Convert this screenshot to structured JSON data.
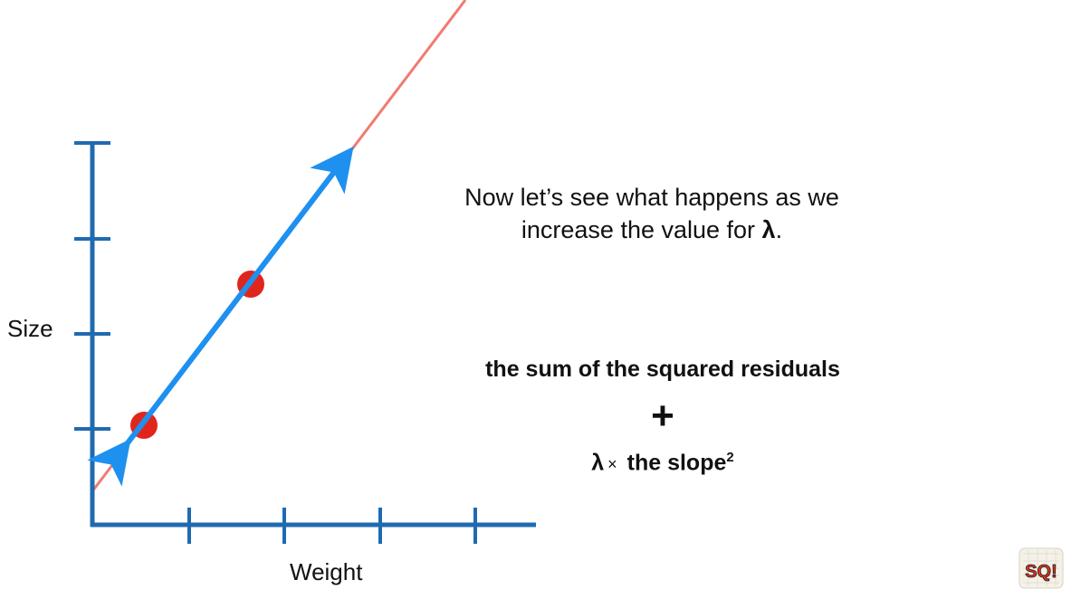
{
  "axes": {
    "y_label": "Size",
    "x_label": "Weight",
    "y_ticks": 4,
    "x_ticks": 4
  },
  "caption": {
    "line1": "Now let’s see what happens as we",
    "line2_prefix": "increase the value for ",
    "lambda": "λ",
    "line2_suffix": "."
  },
  "formula": {
    "term1": "the sum of the squared residuals",
    "plus": "+",
    "lambda": "λ",
    "times": "×",
    "term2": " the slope",
    "exponent": "2"
  },
  "colors": {
    "axis": "#1f6bb0",
    "line": "#f07b72",
    "arrow": "#1e90f0",
    "point": "#e0261c"
  },
  "logo": {
    "icon": "statquest-logo-icon",
    "text": "SQ!"
  }
}
